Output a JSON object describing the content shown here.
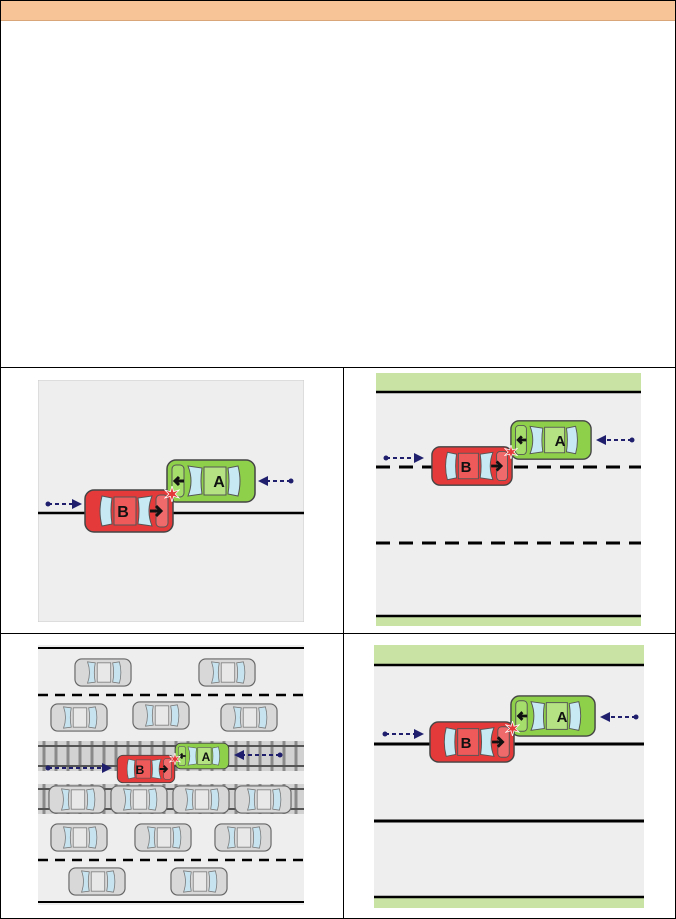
{
  "colors": {
    "top_band": "#f7c497",
    "road": "#eeeeee",
    "verge": "#c9e3a4",
    "car_a": "#8fd04a",
    "car_b": "#e53a3a",
    "parked_car": "#d8d8d8",
    "trajectory": "#1f1f6e",
    "impact": "#e53a3a"
  },
  "vehicles": {
    "a": {
      "label": "A"
    },
    "b": {
      "label": "B"
    }
  },
  "panels": [
    {
      "name": "two-lane-undivided",
      "description_icon": "road-centerline"
    },
    {
      "name": "multi-lane-dashed",
      "description_icon": "road-dashed-lanes"
    },
    {
      "name": "parking-lot-rail",
      "description_icon": "rail-track-parking"
    },
    {
      "name": "multi-lane-solid",
      "description_icon": "road-solid-lanes"
    }
  ]
}
